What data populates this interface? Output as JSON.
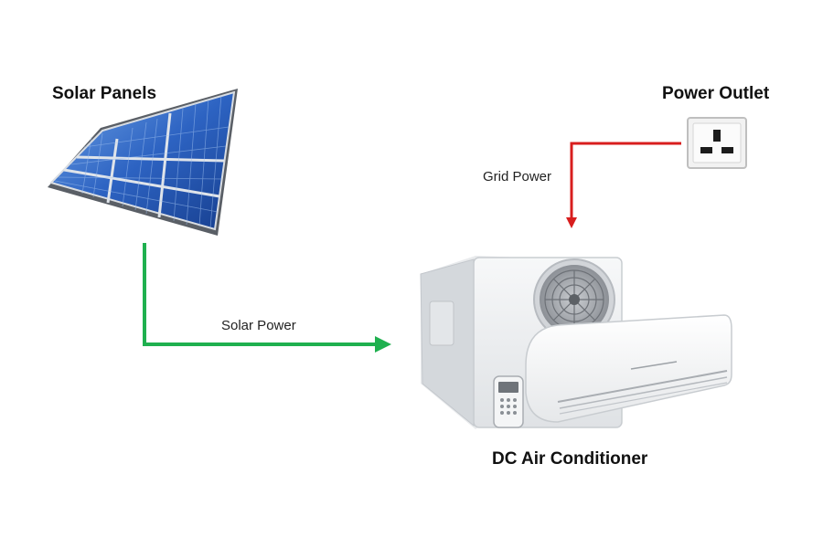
{
  "nodes": {
    "solar_panels": {
      "label": "Solar Panels",
      "icon": "solar-panel-icon"
    },
    "power_outlet": {
      "label": "Power Outlet",
      "icon": "wall-socket-icon"
    },
    "air_conditioner": {
      "label": "DC Air Conditioner",
      "icon": "air-conditioner-icon"
    }
  },
  "edges": {
    "solar": {
      "label": "Solar Power",
      "color": "#1fb04f",
      "from": "Solar Panels",
      "to": "DC Air Conditioner"
    },
    "grid": {
      "label": "Grid Power",
      "color": "#d81e1e",
      "from": "Power Outlet",
      "to": "DC Air Conditioner"
    }
  }
}
